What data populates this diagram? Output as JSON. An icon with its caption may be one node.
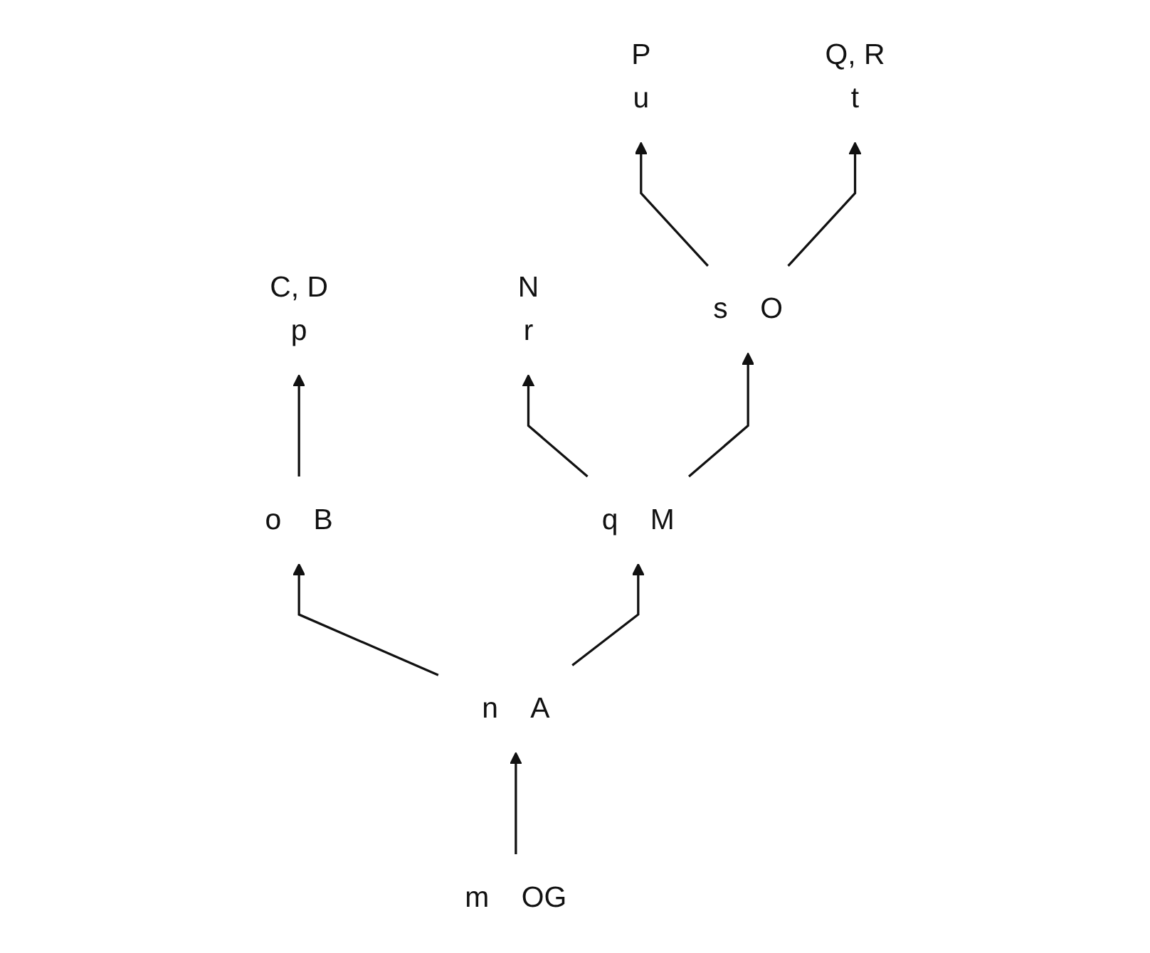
{
  "diagram": {
    "nodes": [
      {
        "text": [
          "u"
        ],
        "beside": [
          "P"
        ]
      },
      {
        "text": [
          "t"
        ],
        "beside": [
          "Q, R"
        ]
      },
      {
        "text": [
          "p"
        ],
        "beside": [
          "C, D"
        ]
      },
      {
        "text": [
          "r"
        ],
        "beside": [
          "N"
        ]
      },
      {
        "text": [
          "s"
        ],
        "beside": [
          "O"
        ]
      },
      {
        "text": [
          "o"
        ],
        "beside": [
          "B"
        ]
      },
      {
        "text": [
          "q"
        ],
        "beside": [
          "M"
        ]
      },
      {
        "text": [
          "n"
        ],
        "beside": [
          "A"
        ]
      },
      {
        "text": [
          "m"
        ],
        "beside": [
          "OG"
        ]
      }
    ],
    "edges": [
      {
        "from": 8,
        "to": 7,
        "arrow": "to"
      },
      {
        "from": 7,
        "to": 5,
        "arrow": "to"
      },
      {
        "from": 7,
        "to": 6,
        "arrow": "to"
      },
      {
        "from": 5,
        "to": 2,
        "arrow": "to"
      },
      {
        "from": 6,
        "to": 3,
        "arrow": "to"
      },
      {
        "from": 6,
        "to": 4,
        "arrow": "to"
      },
      {
        "from": 4,
        "to": 0,
        "arrow": "to"
      },
      {
        "from": 4,
        "to": 1,
        "arrow": "to"
      }
    ]
  }
}
